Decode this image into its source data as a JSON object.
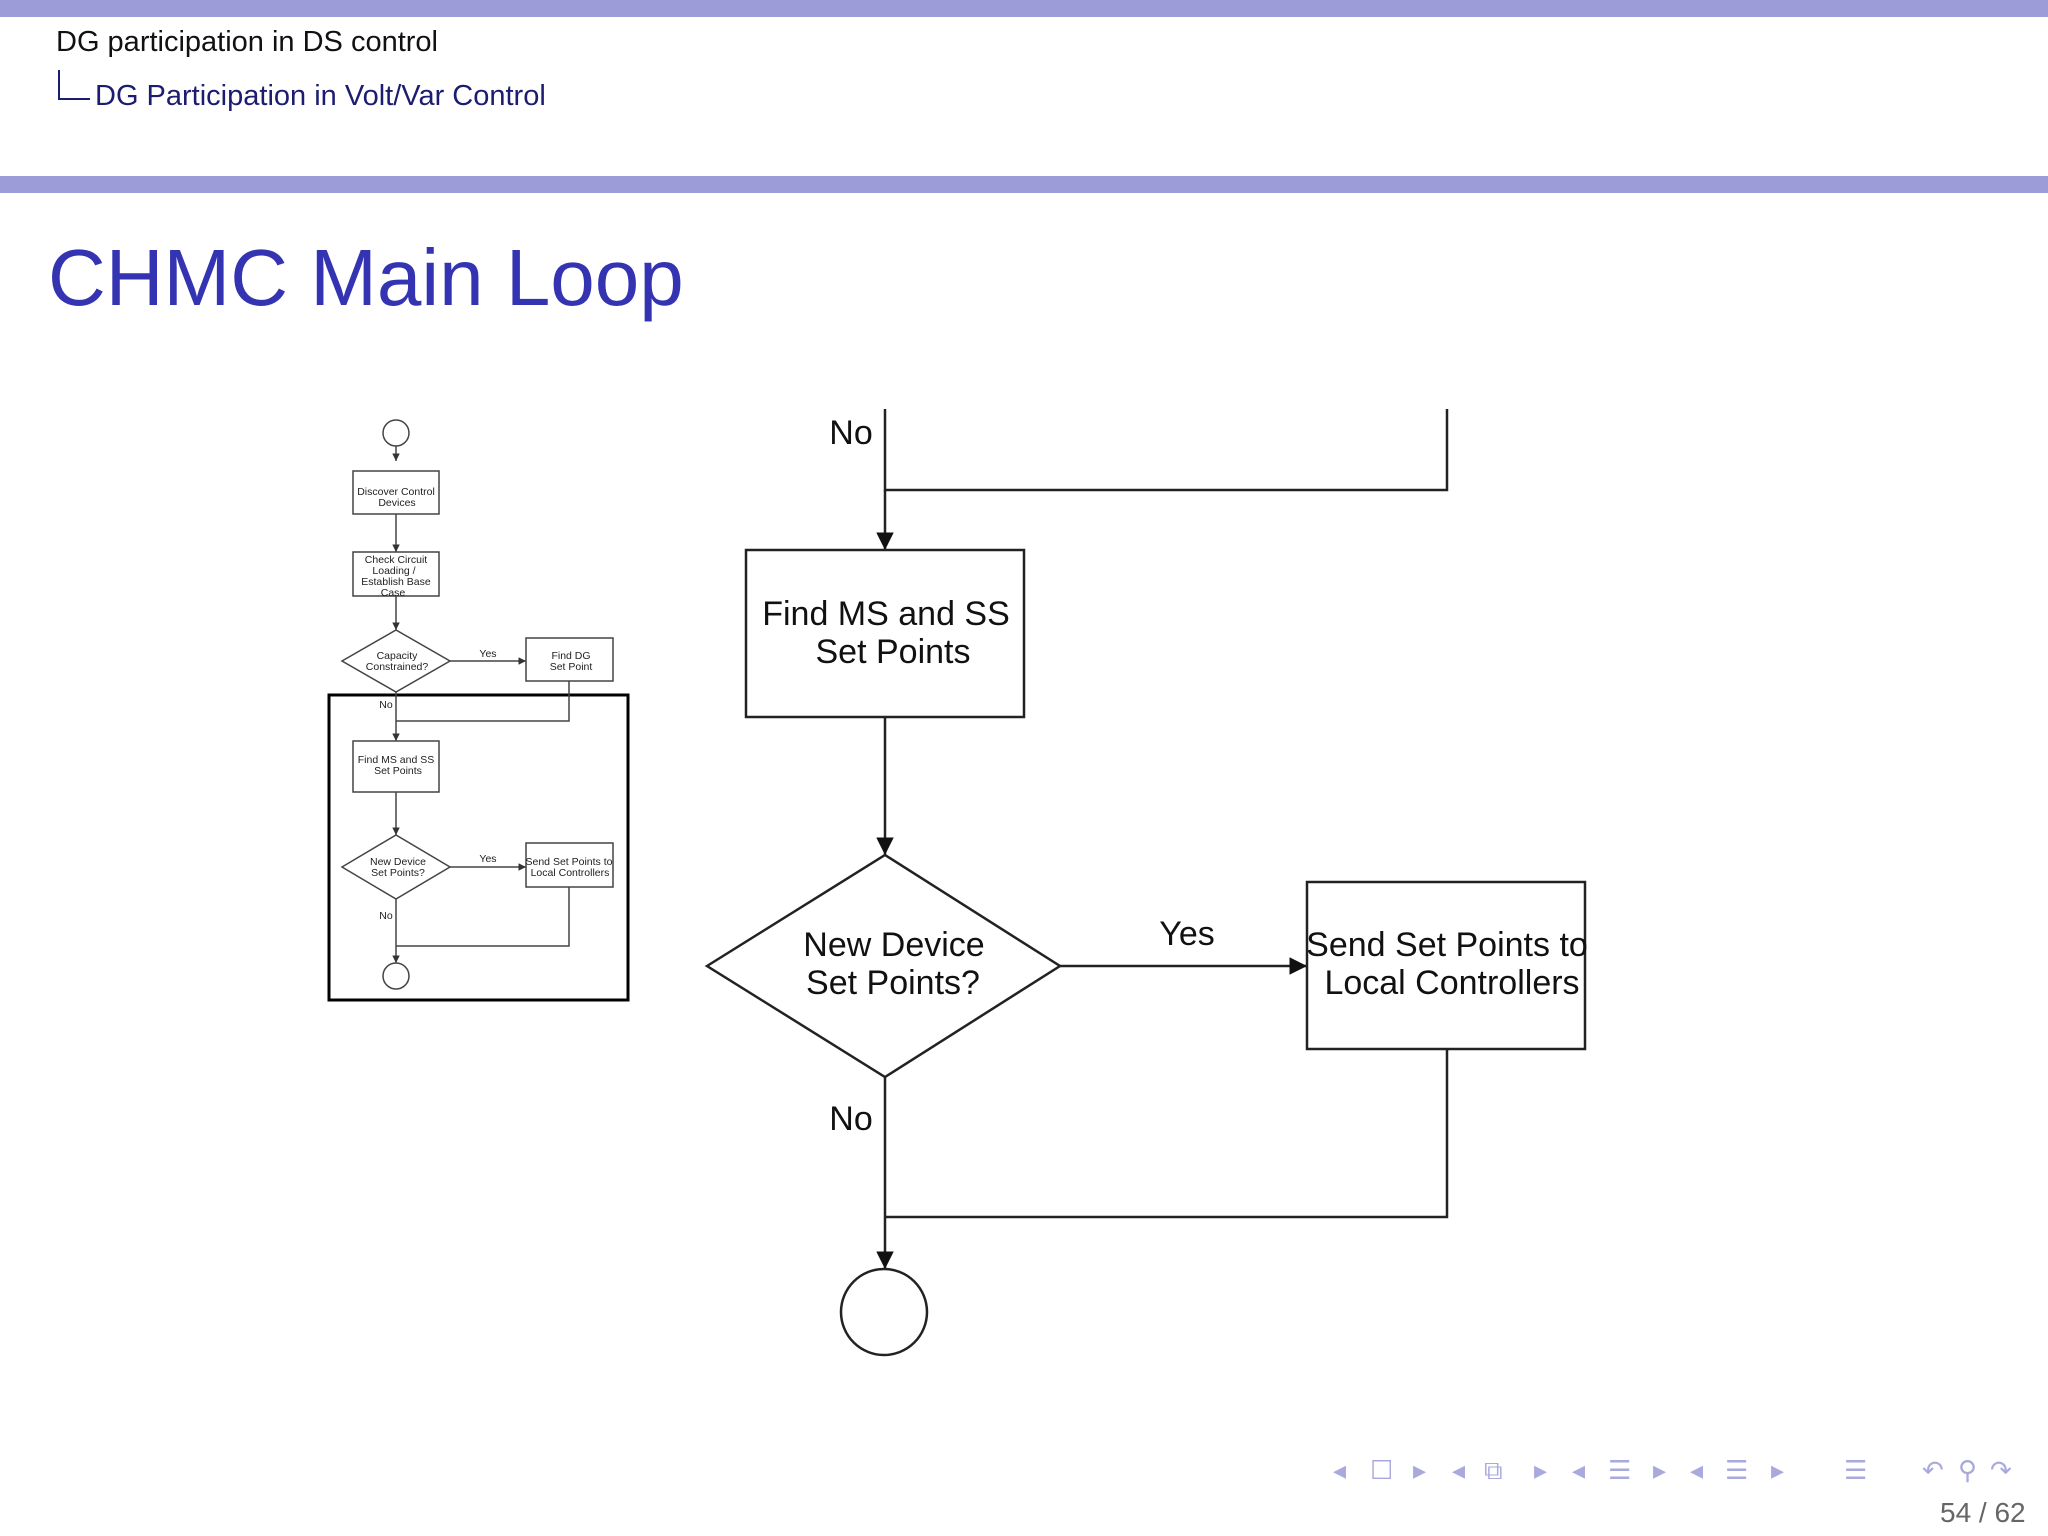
{
  "header": {
    "section": "DG participation in DS control",
    "subsection": "DG Participation in Volt/Var Control",
    "bar_color": "#9c9cd8"
  },
  "slide": {
    "title": "CHMC Main Loop"
  },
  "small_flowchart": {
    "discover": [
      "Discover Control",
      "Devices"
    ],
    "check": [
      "Check Circuit",
      "Loading /",
      "Establish Base",
      "Case"
    ],
    "capacity": [
      "Capacity",
      "Constrained?"
    ],
    "find_dg": [
      "Find DG",
      "Set Point"
    ],
    "find_ms": [
      "Find MS and SS",
      "Set Points"
    ],
    "new_device": [
      "New Device",
      "Set Points?"
    ],
    "send": [
      "Send Set Points to",
      "Local Controllers"
    ],
    "yes": "Yes",
    "no": "No"
  },
  "large_flowchart": {
    "no_top": "No",
    "find_ms": [
      "Find MS and SS",
      "Set Points"
    ],
    "new_device": [
      "New Device",
      "Set Points?"
    ],
    "yes": "Yes",
    "send": [
      "Send Set Points to",
      "Local Controllers"
    ],
    "no_bottom": "No"
  },
  "footer": {
    "page": "54 / 62",
    "nav_icons": [
      "prev-arrow",
      "frame-icon",
      "next-arrow",
      "prev-arrow",
      "subsection-icon",
      "next-arrow",
      "prev-arrow",
      "section-icon",
      "next-arrow",
      "prev-arrow",
      "toc-icon",
      "next-arrow",
      "outline-icon",
      "undo-icon",
      "search-icon",
      "redo-icon"
    ]
  }
}
